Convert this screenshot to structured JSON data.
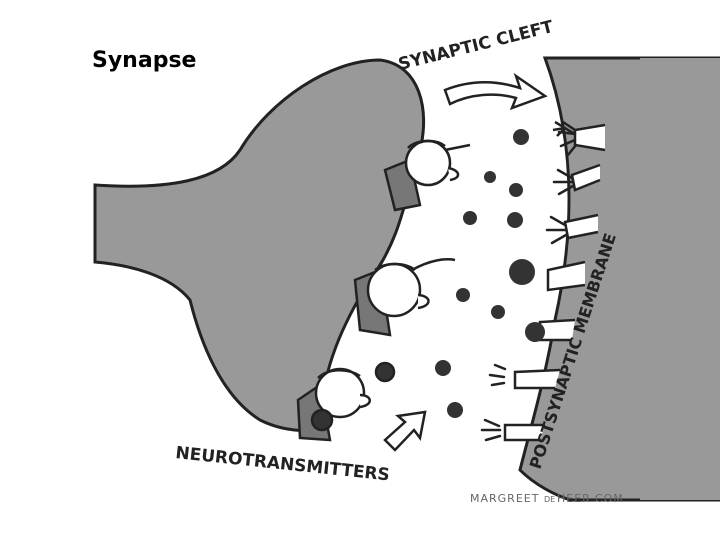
{
  "title": "Synapse",
  "labels": {
    "synaptic_cleft": "SYNAPTIC CLEFT",
    "postsynaptic_membrane": "POSTSYNAPTIC MEMBRANE",
    "neurotransmitters": "NEUROTRANSMITTERS",
    "credit": "MARGREET",
    "credit_de": "DE",
    "credit_end": "HEER.COM"
  },
  "colors": {
    "membrane": "#999999",
    "outline": "#222222",
    "molecule": "#333333",
    "background": "#ffffff"
  }
}
